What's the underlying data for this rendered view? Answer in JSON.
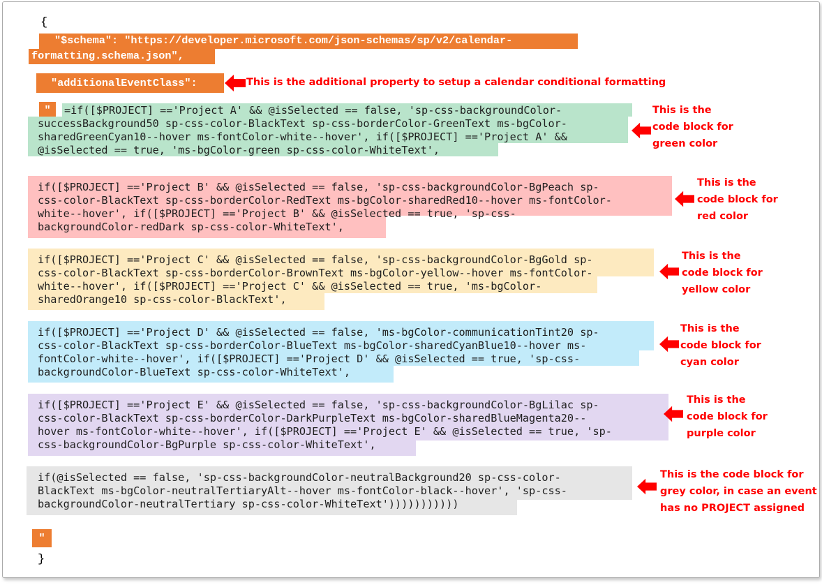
{
  "code": {
    "open_brace": "{",
    "close_brace": "}",
    "schema_line1": "\"$schema\": \"https://developer.microsoft.com/json-schemas/sp/v2/calendar-",
    "schema_line2": "formatting.schema.json\",",
    "additional_event_class": "\"additionalEventClass\":",
    "open_quote": "\"",
    "close_quote": "\"",
    "green_block": [
      "=if([$PROJECT] =='Project A' && @isSelected == false, 'sp-css-backgroundColor-",
      "successBackground50 sp-css-color-BlackText sp-css-borderColor-GreenText ms-bgColor-",
      "sharedGreenCyan10--hover ms-fontColor-white--hover', if([$PROJECT] =='Project A' &&",
      "@isSelected == true, 'ms-bgColor-green sp-css-color-WhiteText',"
    ],
    "red_block": [
      "if([$PROJECT] =='Project B' && @isSelected == false, 'sp-css-backgroundColor-BgPeach sp-",
      "css-color-BlackText sp-css-borderColor-RedText ms-bgColor-sharedRed10--hover ms-fontColor-",
      "white--hover', if([$PROJECT] =='Project B' && @isSelected == true, 'sp-css-",
      "backgroundColor-redDark sp-css-color-WhiteText',"
    ],
    "yellow_block": [
      "if([$PROJECT] =='Project C' && @isSelected == false, 'sp-css-backgroundColor-BgGold sp-",
      "css-color-BlackText sp-css-borderColor-BrownText ms-bgColor-yellow--hover ms-fontColor-",
      "white--hover', if([$PROJECT] =='Project C' && @isSelected == true, 'ms-bgColor-",
      "sharedOrange10 sp-css-color-BlackText',"
    ],
    "cyan_block": [
      "if([$PROJECT] =='Project D' && @isSelected == false, 'ms-bgColor-communicationTint20 sp-",
      "css-color-BlackText sp-css-borderColor-BlueText ms-bgColor-sharedCyanBlue10--hover ms-",
      "fontColor-white--hover', if([$PROJECT] =='Project D' && @isSelected == true, 'sp-css-",
      "backgroundColor-BlueText sp-css-color-WhiteText',"
    ],
    "purple_block": [
      "if([$PROJECT] =='Project E' && @isSelected == false, 'sp-css-backgroundColor-BgLilac sp-",
      "css-color-BlackText sp-css-borderColor-DarkPurpleText ms-bgColor-sharedBlueMagenta20--",
      "hover ms-fontColor-white--hover', if([$PROJECT] =='Project E' && @isSelected == true, 'sp-",
      "css-backgroundColor-BgPurple sp-css-color-WhiteText',"
    ],
    "grey_block": [
      "if(@isSelected == false, 'sp-css-backgroundColor-neutralBackground20 sp-css-color-",
      "BlackText ms-bgColor-neutralTertiaryAlt--hover ms-fontColor-black--hover', 'sp-css-",
      "backgroundColor-neutralTertiary sp-css-color-WhiteText')))))))))))"
    ]
  },
  "annotations": {
    "additional": "This is the additional property to setup a calendar conditional formatting",
    "green": [
      "This is the",
      "code block for",
      "green color"
    ],
    "red": [
      "This is the",
      "code block for",
      "red color"
    ],
    "yellow": [
      "This is the",
      "code block for",
      "yellow color"
    ],
    "cyan": [
      "This is the",
      "code block for",
      "cyan color"
    ],
    "purple": [
      "This is the",
      "code block for",
      "purple color"
    ],
    "grey": [
      "This is the code block for",
      "grey color, in case an event",
      "has no PROJECT assigned"
    ]
  },
  "colors": {
    "orange": "#ed7d31",
    "green": "#b9e4cb",
    "red": "#ffc0c0",
    "yellow": "#fdeac0",
    "cyan": "#c2ebfa",
    "purple": "#e2d7f1",
    "grey": "#e6e6e6",
    "annotation": "#ff0000"
  }
}
